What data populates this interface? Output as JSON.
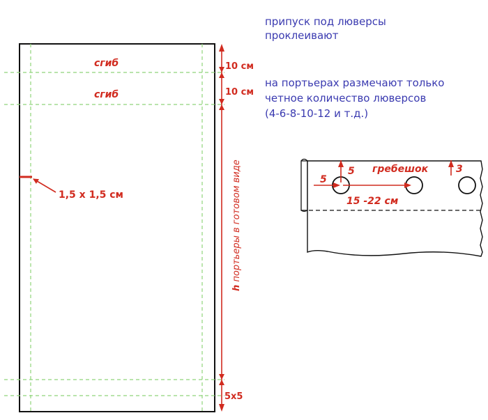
{
  "notes": {
    "line1": "припуск под люверсы",
    "line2": "проклеивают",
    "line3": "на портьерах размечают только",
    "line4": "четное количество люверсов",
    "line5": "(4-6-8-10-12 и т.д.)"
  },
  "labels": {
    "fold1": "сгиб",
    "fold2": "сгиб",
    "dim_top1": "10 см",
    "dim_top2": "10 см",
    "corner": "1,5 х 1,5 см",
    "height_prefix": "h",
    "height_text": " портьеры в готовом виде",
    "bottom": "5х5"
  },
  "detail": {
    "num_left": "5",
    "num_up": "5",
    "tape": "гребешок",
    "num_right": "3",
    "spacing": "15 -22 см"
  },
  "colors": {
    "accent": "#d12b1f",
    "note": "#3a3ab0",
    "guide": "#8fd47a"
  }
}
